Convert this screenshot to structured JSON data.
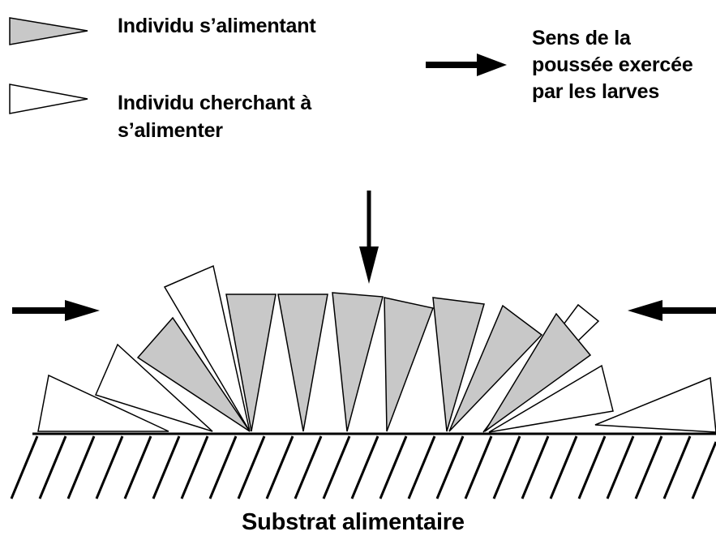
{
  "legend": {
    "feeding_label": "Individu s’alimentant",
    "seeking_label_line1": "Individu cherchant à",
    "seeking_label_line2": "s’alimenter",
    "push_label_line1": "Sens de la",
    "push_label_line2": "poussée exercée",
    "push_label_line3": "par les larves"
  },
  "substrate": {
    "label": "Substrat alimentaire"
  },
  "colors": {
    "feeding_fill": "#c8c8c8",
    "seeking_fill": "#ffffff",
    "stroke": "#000000"
  },
  "icons": {
    "feeding": "grey-triangle-icon",
    "seeking": "white-triangle-icon",
    "push": "arrow-icon"
  }
}
